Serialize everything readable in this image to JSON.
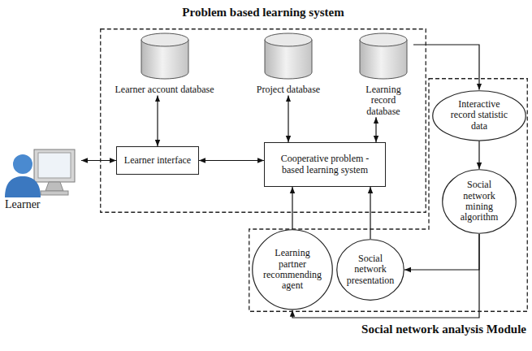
{
  "diagram": {
    "nodes": [
      {
        "text": [
          "Learner"
        ]
      },
      {
        "text": [
          "Problem based learning system"
        ]
      },
      {
        "text": [
          "Learner account database"
        ],
        "in": 1
      },
      {
        "text": [
          "Project database"
        ],
        "in": 1
      },
      {
        "text": [
          "Learning record database"
        ],
        "in": 1
      },
      {
        "text": [
          "Learner interface"
        ],
        "in": 1
      },
      {
        "text": [
          "Cooperative problem - based learning system"
        ],
        "in": 1
      },
      {
        "text": [
          "Social network analysis Module"
        ]
      },
      {
        "text": [
          "Interactive record statistic data"
        ],
        "in": 7
      },
      {
        "text": [
          "Social network mining algorithm"
        ],
        "in": 7
      },
      {
        "text": [
          "Learning partner recommending agent"
        ],
        "in": 7
      },
      {
        "text": [
          "Social network presentation"
        ],
        "in": 7
      }
    ],
    "edges": [
      {
        "from": 0,
        "to": 5,
        "arrow": "both"
      },
      {
        "from": 2,
        "to": 5,
        "arrow": "both"
      },
      {
        "from": 5,
        "to": 6,
        "arrow": "both"
      },
      {
        "from": 3,
        "to": 6,
        "arrow": "both"
      },
      {
        "from": 4,
        "to": 6,
        "arrow": "both"
      },
      {
        "from": 4,
        "to": 8,
        "arrow": "to"
      },
      {
        "from": 8,
        "to": 9,
        "arrow": "to"
      },
      {
        "from": 9,
        "to": 11,
        "arrow": "to"
      },
      {
        "from": 9,
        "to": 10,
        "arrow": "to"
      },
      {
        "from": 10,
        "to": 6,
        "arrow": "to"
      },
      {
        "from": 11,
        "to": 6,
        "arrow": "to"
      }
    ]
  }
}
